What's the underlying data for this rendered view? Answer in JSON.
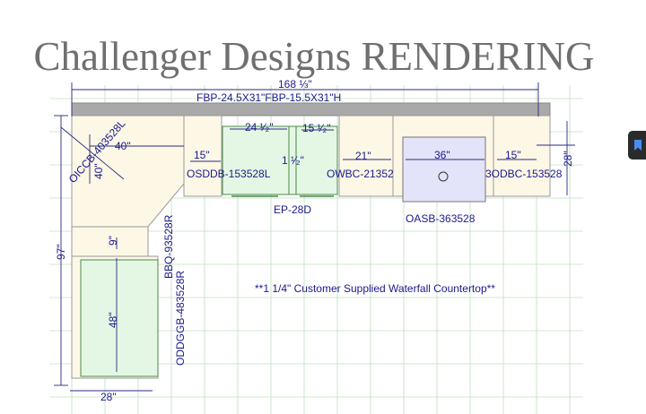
{
  "title": "Challenger Designs RENDERING",
  "dims": {
    "overall_width": "168 ⅓\"",
    "overall_depth": "97\"",
    "bottom_width": "28\"",
    "right_depth": "28\"",
    "corner_width": "40\"",
    "corner_depth": "40\"",
    "osddb_width": "15\"",
    "dw_width": "24 ¹⁄₂\"",
    "ep_width": "1 ¹⁄₂\"",
    "fridge_width": "15 ¹⁄₂\"",
    "owbc_width": "21\"",
    "sink_width": "36\"",
    "odbc_width": "15\"",
    "bbq_width": "9\"",
    "grill_length": "48\""
  },
  "labels": {
    "fbp": "FBP-24.5X31\"FBP-15.5X31\"H",
    "oiccb": "OICCB-403528L",
    "osddb": "OSDDB-153528L",
    "ep": "EP-28D",
    "owbc": "OWBC-21352",
    "odbc": "3ODBC-153528",
    "oasb": "OASB-363528",
    "bbq": "BBQ-93528R",
    "oddggb": "ODDGGB-483528R",
    "note": "**1 1/4\" Customer Supplied Waterfall Countertop**"
  },
  "colors": {
    "grid": "#bfe0bf",
    "cabinet": "#fdf7e6",
    "appliance": "#e4f7e4",
    "sink": "#e3e3fa",
    "dimension_line": "#2a2a80",
    "counter_bar": "#a9a9a9"
  },
  "icons": {
    "bookmark": "bookmark-icon"
  }
}
